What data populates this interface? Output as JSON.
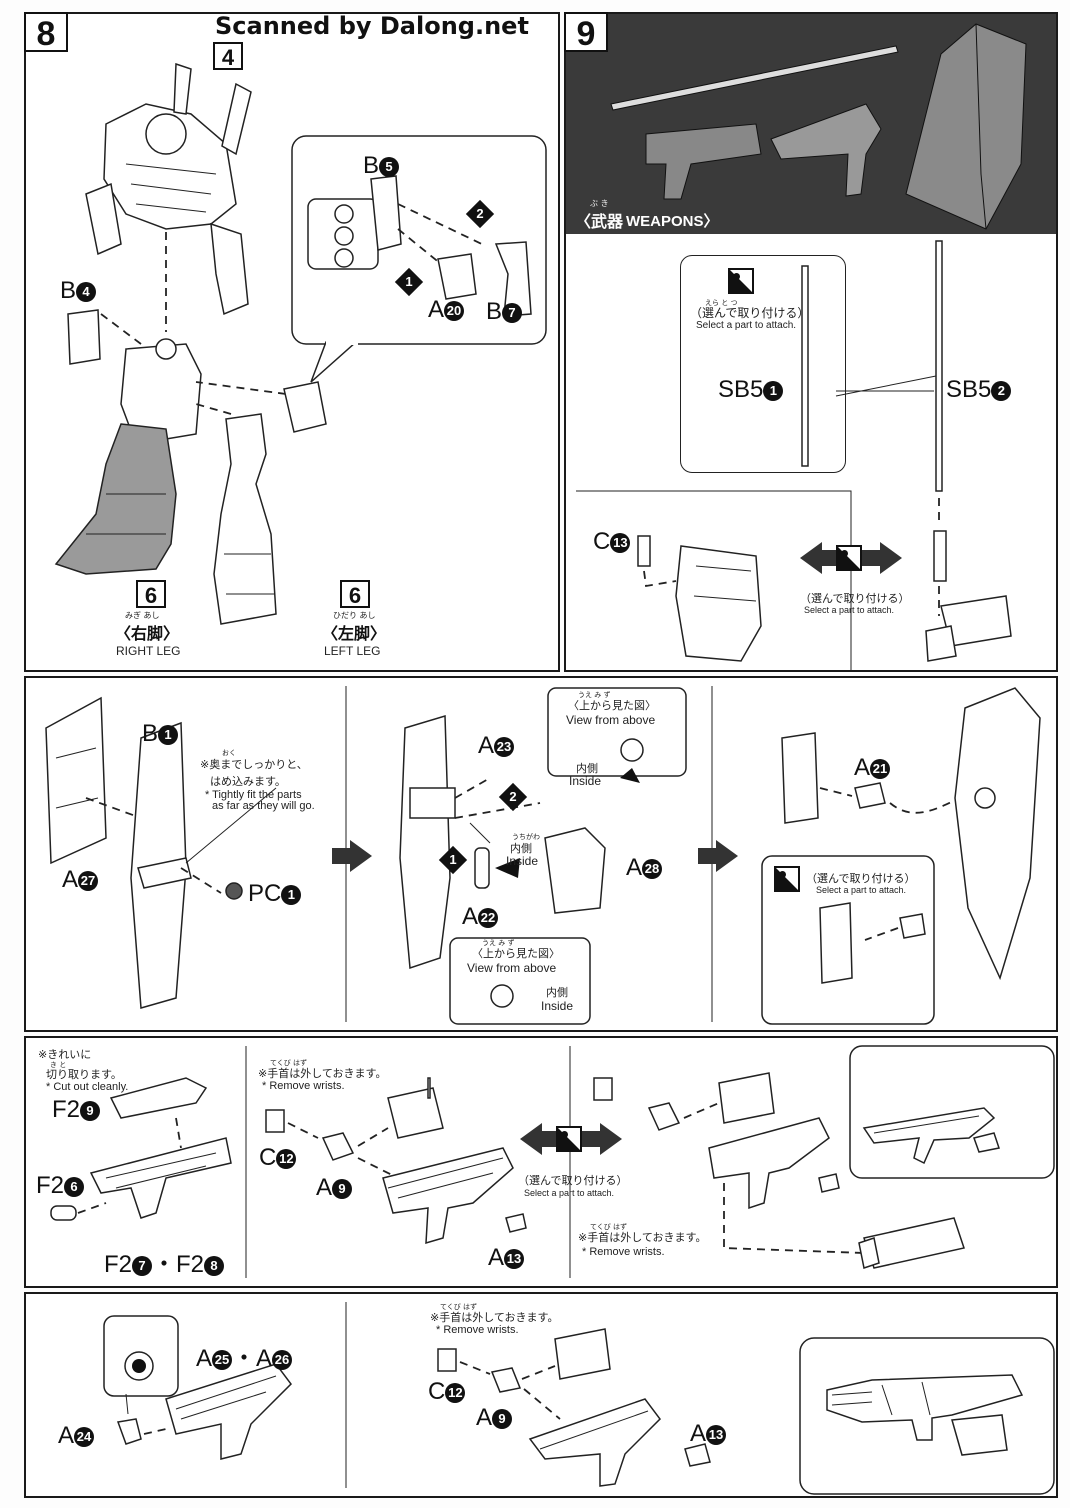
{
  "watermark": "Scanned by Dalong.net",
  "step8": {
    "number": "8",
    "ref_step": "4",
    "callout_top": {
      "part": "B",
      "num": "5"
    },
    "callout_arrow2": "2",
    "callout_arrow1": "1",
    "callout_bottom_a": {
      "part": "A",
      "num": "20"
    },
    "callout_bottom_b": {
      "part": "B",
      "num": "7"
    },
    "b4": {
      "part": "B",
      "num": "4"
    },
    "right_leg": {
      "step": "6",
      "jp": "〈右脚〉",
      "ruby": "みぎ あし",
      "en": "RIGHT LEG"
    },
    "left_leg": {
      "step": "6",
      "jp": "〈左脚〉",
      "ruby": "ひだり あし",
      "en": "LEFT LEG"
    }
  },
  "step9": {
    "number": "9",
    "weapons_jp": "〈武器",
    "weapons_en": "WEAPONS〉",
    "weapons_ruby": "ぶ き",
    "select_jp": "（選んで取り付ける）",
    "select_ruby": "えら と つ",
    "select_en": "Select a part to attach.",
    "sb5_1": {
      "part": "SB5",
      "num": "1"
    },
    "sb5_2": {
      "part": "SB5",
      "num": "2"
    },
    "c13": {
      "part": "C",
      "num": "13"
    }
  },
  "shield": {
    "b1": {
      "part": "B",
      "num": "1"
    },
    "note_jp_1": "※奥までしっかりと、",
    "note_jp_2": "はめ込みます。",
    "note_ruby": "おく",
    "note_en_1": "* Tightly fit the parts",
    "note_en_2": "as far as they will go.",
    "a27": {
      "part": "A",
      "num": "27"
    },
    "pc1": {
      "part": "PC",
      "num": "1"
    },
    "a23": {
      "part": "A",
      "num": "23"
    },
    "a28": {
      "part": "A",
      "num": "28"
    },
    "a22": {
      "part": "A",
      "num": "22"
    },
    "a21": {
      "part": "A",
      "num": "21"
    },
    "view_above_jp": "〈上から見た図〉",
    "view_above_ruby": "うえ み ず",
    "view_above_en": "View from above",
    "inside_jp": "内側",
    "inside_ruby": "うちがわ",
    "inside_en": "Inside",
    "arrow1": "1",
    "arrow2": "2",
    "select_jp": "（選んで取り付ける）",
    "select_en": "Select a part to attach."
  },
  "rifle": {
    "cut_jp_1": "※きれいに",
    "cut_jp_2": "切り取ります。",
    "cut_ruby": "き と",
    "cut_en": "* Cut out cleanly.",
    "f2_9": {
      "part": "F2",
      "num": "9"
    },
    "f2_6": {
      "part": "F2",
      "num": "6"
    },
    "f2_7_8": {
      "part": "F2",
      "num": "7",
      "sep": "・",
      "part2": "F2",
      "num2": "8"
    },
    "wrist_jp": "※手首は外しておきます。",
    "wrist_ruby": "てくび はず",
    "wrist_en": "* Remove wrists.",
    "c12": {
      "part": "C",
      "num": "12"
    },
    "a9": {
      "part": "A",
      "num": "9"
    },
    "a13": {
      "part": "A",
      "num": "13"
    },
    "select_jp": "（選んで取り付ける）",
    "select_en": "Select a part to attach."
  },
  "gun": {
    "a25_26": {
      "part": "A",
      "num": "25",
      "sep": "・",
      "part2": "A",
      "num2": "26"
    },
    "a24": {
      "part": "A",
      "num": "24"
    },
    "wrist_jp": "※手首は外しておきます。",
    "wrist_ruby": "てくび はず",
    "wrist_en": "* Remove wrists.",
    "c12": {
      "part": "C",
      "num": "12"
    },
    "a9": {
      "part": "A",
      "num": "9"
    },
    "a13": {
      "part": "A",
      "num": "13"
    }
  }
}
